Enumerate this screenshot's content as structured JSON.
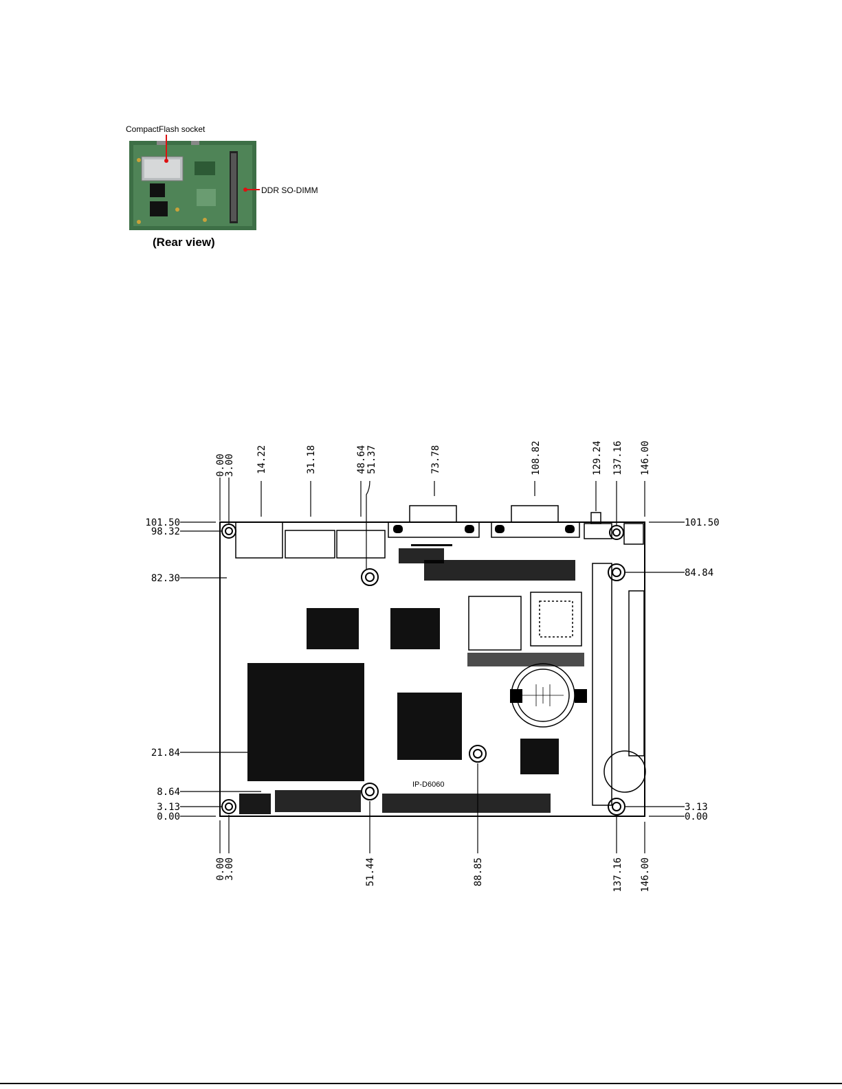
{
  "rear_photo": {
    "label_cf": "CompactFlash socket",
    "label_dimm": "DDR SO-DIMM",
    "caption": "(Rear view)"
  },
  "board": {
    "model": "IP-D6060",
    "top_dims": [
      "0.00",
      "3.00",
      "14.22",
      "31.18",
      "48.64",
      "51.37",
      "73.78",
      "108.82",
      "129.24",
      "137.16",
      "146.00"
    ],
    "bottom_dims": [
      "0.00",
      "3.00",
      "51.44",
      "88.85",
      "137.16",
      "146.00"
    ],
    "left_dims": [
      "101.50",
      "98.32",
      "82.30",
      "21.84",
      "8.64",
      "3.13",
      "0.00"
    ],
    "right_dims": [
      "101.50",
      "84.84",
      "3.13",
      "0.00"
    ]
  },
  "colors": {
    "line": "#000000",
    "pcb": "#2f6b3a",
    "ink": "#111111"
  }
}
